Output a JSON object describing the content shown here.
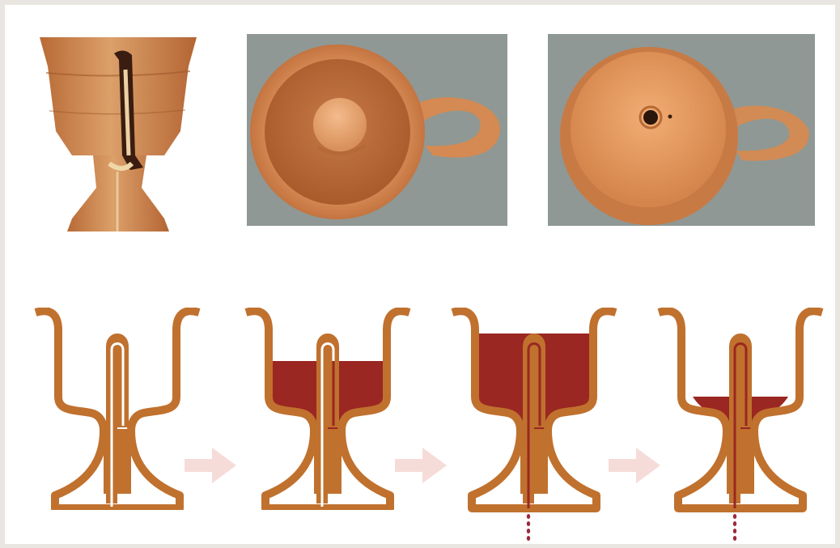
{
  "figure": {
    "photos": [
      {
        "name": "cutaway-cup-photo"
      },
      {
        "name": "cup-top-view-photo"
      },
      {
        "name": "cup-bottom-view-photo"
      }
    ],
    "stages": [
      {
        "name": "stage-empty",
        "fill_level": 0.0,
        "draining": false
      },
      {
        "name": "stage-partially-filled",
        "fill_level": 0.55,
        "draining": false
      },
      {
        "name": "stage-overfilled",
        "fill_level": 1.0,
        "draining": true
      },
      {
        "name": "stage-draining",
        "fill_level": 0.12,
        "draining": true
      }
    ],
    "colors": {
      "clay": "#c0712e",
      "liquid": "#9a2722",
      "arrow": "#f6dcd9",
      "drip": "#9a2a3a",
      "photo_background": "#8f9894"
    }
  }
}
